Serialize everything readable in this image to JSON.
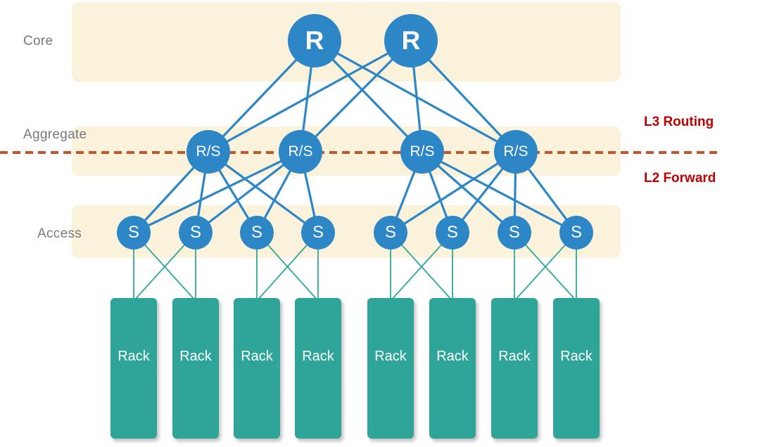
{
  "diagram": {
    "layers": [
      {
        "label": "Core"
      },
      {
        "label": "Aggregate"
      },
      {
        "label": "Access"
      }
    ],
    "annotations": {
      "above_line": "L3 Routing",
      "below_line": "L2 Forward"
    },
    "nodes": {
      "core": [
        {
          "label": "R"
        },
        {
          "label": "R"
        }
      ],
      "aggregate": [
        {
          "label": "R/S"
        },
        {
          "label": "R/S"
        },
        {
          "label": "R/S"
        },
        {
          "label": "R/S"
        }
      ],
      "access": [
        {
          "label": "S"
        },
        {
          "label": "S"
        },
        {
          "label": "S"
        },
        {
          "label": "S"
        },
        {
          "label": "S"
        },
        {
          "label": "S"
        },
        {
          "label": "S"
        },
        {
          "label": "S"
        }
      ],
      "racks": [
        {
          "label": "Rack"
        },
        {
          "label": "Rack"
        },
        {
          "label": "Rack"
        },
        {
          "label": "Rack"
        },
        {
          "label": "Rack"
        },
        {
          "label": "Rack"
        },
        {
          "label": "Rack"
        },
        {
          "label": "Rack"
        }
      ]
    },
    "colors": {
      "band": "#FBF2DB",
      "node-blue": "#2D86C6",
      "rack-teal": "#2FA498",
      "green-line": "#2BA89B",
      "dash-orange": "#C2552F",
      "red-text": "#C00000",
      "gray-label": "#76797B"
    }
  }
}
